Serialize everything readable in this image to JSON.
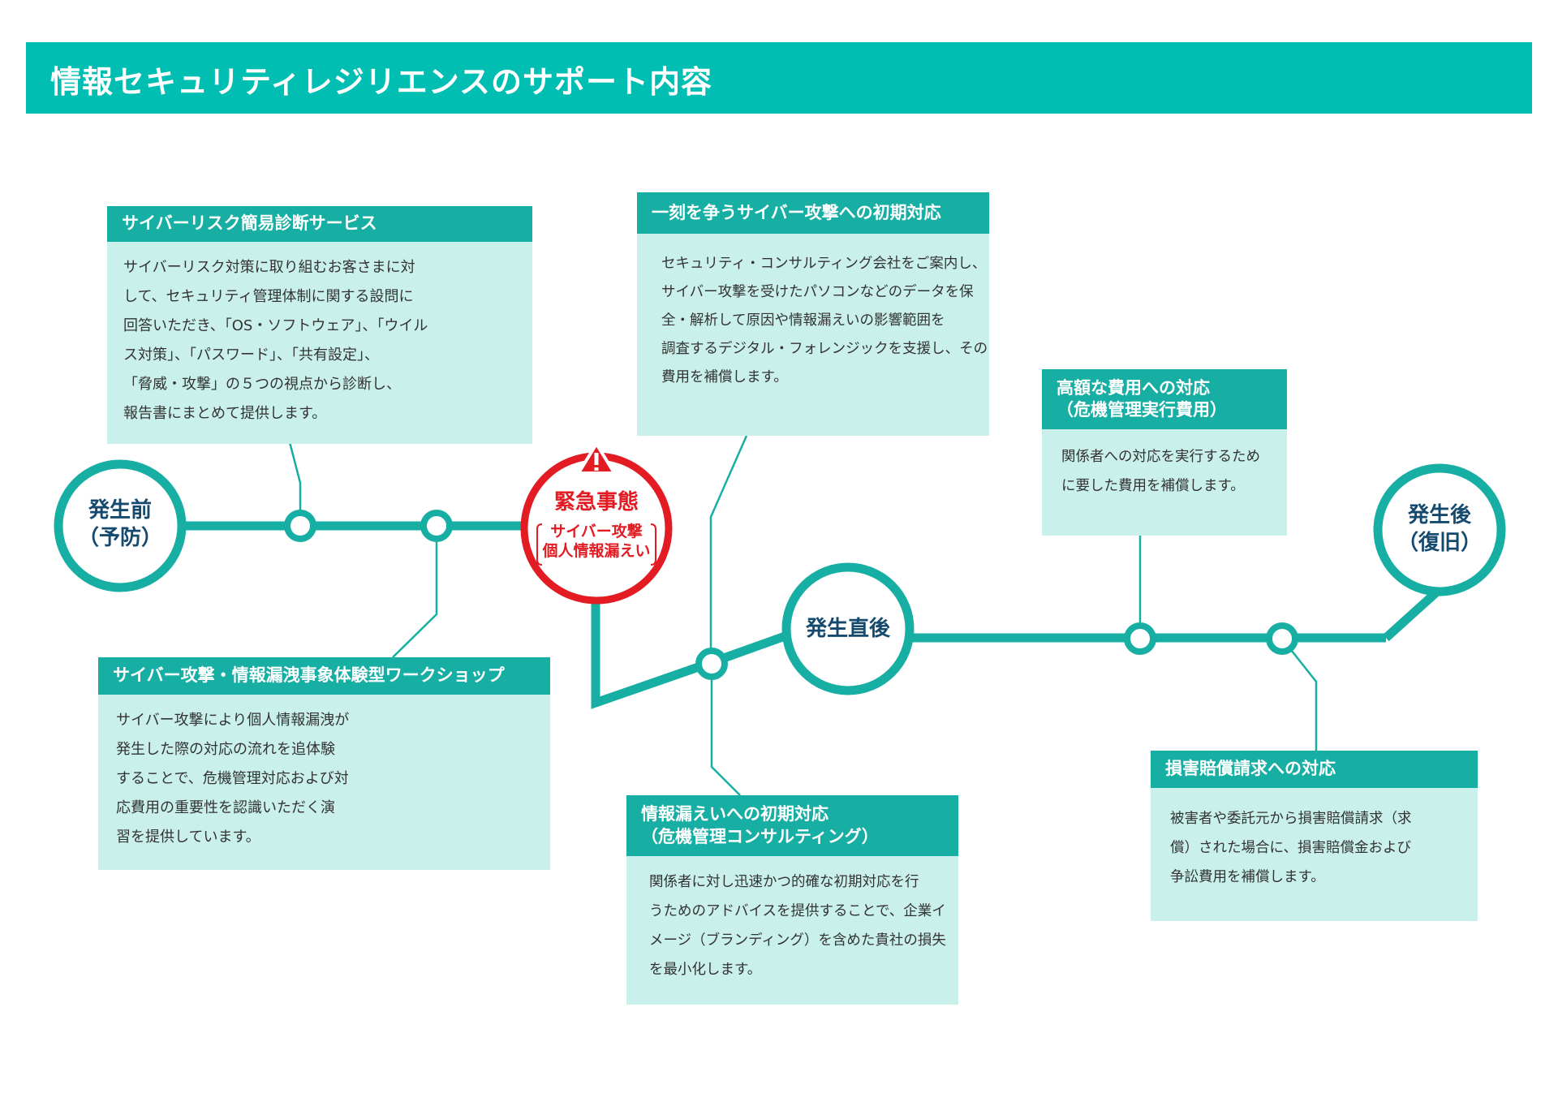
{
  "header": {
    "title": "情報セキュリティレジリエンスのサポート内容"
  },
  "nodes": {
    "before": {
      "line1": "発生前",
      "line2": "（予防）"
    },
    "emergency": {
      "title": "緊急事態",
      "sub1": "サイバー攻撃",
      "sub2": "個人情報漏えい"
    },
    "immediate": {
      "label": "発生直後"
    },
    "after": {
      "line1": "発生後",
      "line2": "（復旧）"
    }
  },
  "cards": {
    "diagnosis": {
      "title": "サイバーリスク簡易診断サービス",
      "body": [
        "サイバーリスク対策に取り組むお客さまに対",
        "して、セキュリティ管理体制に関する設問に",
        "回答いただき、「OS・ソフトウェア」、「ウイル",
        "ス対策」、「パスワード」、「共有設定」、",
        "「脅威・攻撃」の５つの視点から診断し、",
        "報告書にまとめて提供します。"
      ]
    },
    "workshop": {
      "title": "サイバー攻撃・情報漏洩事象体験型ワークショップ",
      "body": [
        "サイバー攻撃により個人情報漏洩が",
        "発生した際の対応の流れを追体験",
        "することで、危機管理対応および対",
        "応費用の重要性を認識いただく演",
        "習を提供しています。"
      ]
    },
    "initial_response": {
      "title": "一刻を争うサイバー攻撃への初期対応",
      "body": [
        "セキュリティ・コンサルティング会社をご案内し、",
        "サイバー攻撃を受けたパソコンなどのデータを保",
        "全・解析して原因や情報漏えいの影響範囲を",
        "調査するデジタル・フォレンジックを支援し、その",
        "費用を補償します。"
      ]
    },
    "leak_response": {
      "title1": "情報漏えいへの初期対応",
      "title2": "（危機管理コンサルティング）",
      "body": [
        "関係者に対し迅速かつ的確な初期対応を行",
        "うためのアドバイスを提供することで、企業イ",
        "メージ（ブランディング）を含めた貴社の損失",
        "を最小化します。"
      ]
    },
    "high_cost": {
      "title1": "高額な費用への対応",
      "title2": "（危機管理実行費用）",
      "body": [
        "関係者への対応を実行するため",
        "に要した費用を補償します。"
      ]
    },
    "damages": {
      "title": "損害賠償請求への対応",
      "body": [
        "被害者や委託元から損害賠償請求（求",
        "償）された場合に、損害賠償金および",
        "争訟費用を補償します。"
      ]
    }
  },
  "colors": {
    "header": "#00bfb2",
    "line": "#17aea3",
    "card_bg": "#c9f0ea",
    "card_head": "#17aea3",
    "alert": "#e31b23",
    "node_text": "#154a6e"
  },
  "icons": [
    "warning-icon",
    "report-thumbnail",
    "meeting-illustration"
  ]
}
